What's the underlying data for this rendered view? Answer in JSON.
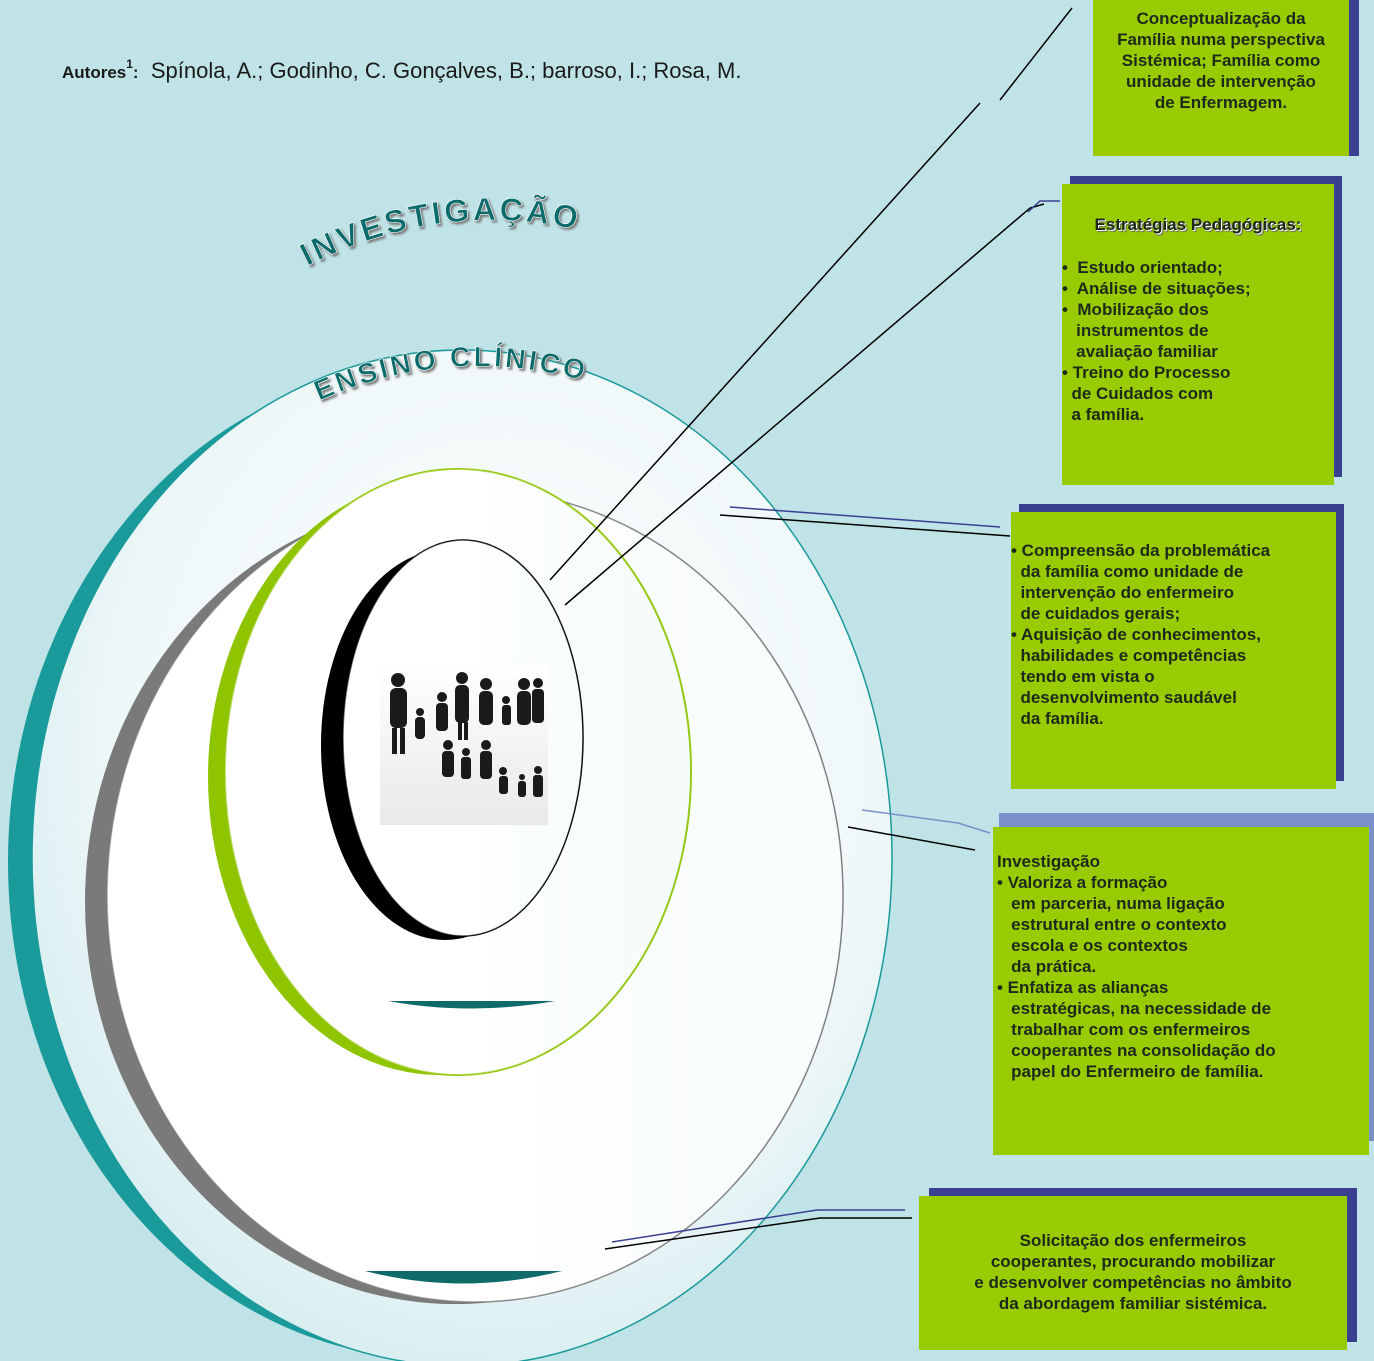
{
  "authors": {
    "label": "Autores",
    "superscript": "1",
    "colon": ":",
    "names": "Spínola, A.; Godinho, C. Gonçalves, B.; barroso, I.; Rosa, M."
  },
  "rings": {
    "outer_label": "INVESTIGAÇÃO",
    "middle_label": "ENSINO CLÍNICO"
  },
  "boxes": {
    "conceptualization": {
      "lines": [
        "Conceptualização da",
        "Família numa perspectiva",
        "Sistémica; Família como",
        "unidade de intervenção",
        "de Enfermagem."
      ]
    },
    "strategies": {
      "heading": "Estratégias Pedagógicas:",
      "lines": [
        "•  Estudo orientado;",
        "•  Análise de situações;",
        "•  Mobilização dos",
        "   instrumentos de",
        "   avaliação familiar",
        "• Treino do Processo",
        "  de Cuidados com",
        "  a família."
      ]
    },
    "objectives": {
      "lines": [
        "• Compreensão da problemática",
        "  da família como unidade de",
        "  intervenção do enfermeiro",
        "  de cuidados gerais;",
        "• Aquisição de conhecimentos,",
        "  habilidades e competências",
        "  tendo em vista o",
        "  desenvolvimento saudável",
        "  da família."
      ]
    },
    "research": {
      "heading": "Investigação",
      "lines": [
        "• Valoriza a formação",
        "   em parceria, numa ligação",
        "   estrutural entre o contexto",
        "   escola e os contextos",
        "   da prática.",
        "• Enfatiza as alianças",
        "   estratégicas, na necessidade de",
        "   trabalhar com os enfermeiros",
        "   cooperantes na consolidação do",
        "   papel do Enfermeiro de família."
      ]
    },
    "nurses": {
      "lines": [
        "Solicitação dos enfermeiros",
        "cooperantes, procurando mobilizar",
        "e desenvolver competências no âmbito",
        "da abordagem familiar sistémica."
      ]
    }
  },
  "colors": {
    "background": "#bfe3e7",
    "box_fill": "#99cc00",
    "box_shadow": "#3a3f8f",
    "outer_ring": "#1a9a9a",
    "middle_ring": "#7a7a7a",
    "inner_ring": "#8fc400",
    "core_ring": "#000000",
    "title_text": "#0b6b6b"
  },
  "image": {
    "subject": "family-silhouettes"
  }
}
